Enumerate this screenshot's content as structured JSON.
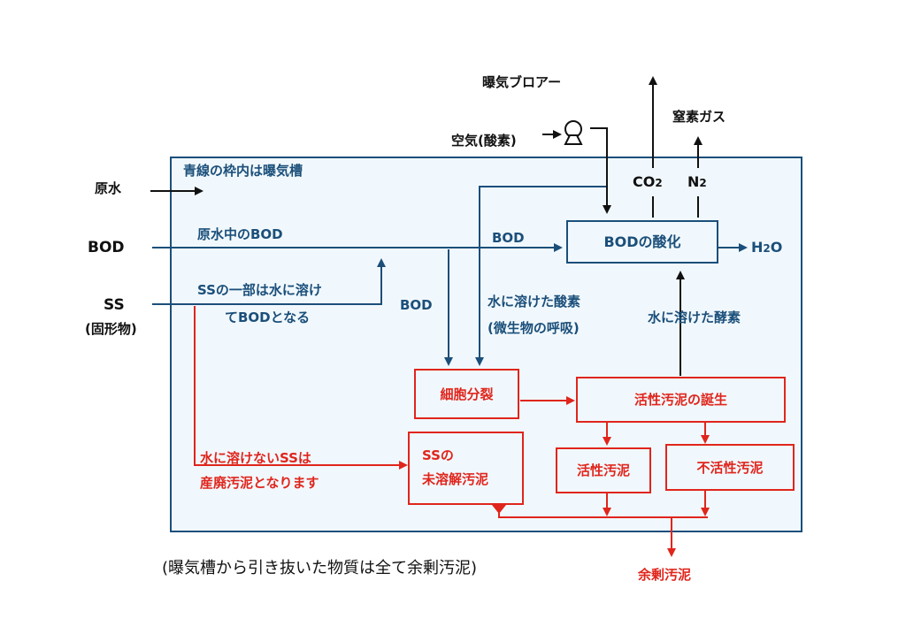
{
  "colors": {
    "tank_border": "#1b4f7a",
    "tank_fill": "#f1f8fd",
    "flow_blue": "#1b4f7a",
    "flow_red": "#e0251c",
    "flow_black": "#111111"
  },
  "outside": {
    "blower_label": "曝気ブロアー",
    "air_label": "空気(酸素)",
    "nitrogen_gas_label": "窒素ガス",
    "raw_water_label": "原水",
    "bod_label": "BOD",
    "ss_label": "SS",
    "ss_sub_label": "(固形物)",
    "footnote": "(曝気槽から引き抜いた物質は全て余剰汚泥)",
    "excess_sludge_label": "余剰汚泥"
  },
  "tank": {
    "title": "青線の枠内は曝気槽",
    "co2_label": "CO",
    "co2_sub": "2",
    "n2_label": "N",
    "n2_sub": "2",
    "bod_in_raw_water": "原水中のBOD",
    "ss_dissolve_line1": "SSの一部は水に溶け",
    "ss_dissolve_line2": "てBODとなる",
    "bod_to_oxidation": "BOD",
    "bod_to_division": "BOD",
    "dissolved_oxygen_line1": "水に溶けた酸素",
    "dissolved_oxygen_line2": "(微生物の呼吸)",
    "dissolved_enzyme": "水に溶けた酵素",
    "h2o_label": "H",
    "h2o_sub": "2",
    "h2o_tail": "O",
    "insoluble_ss_line1": "水に溶けないSSは",
    "insoluble_ss_line2": "産廃汚泥となります"
  },
  "boxes": {
    "bod_oxidation": "BODの酸化",
    "cell_division": "細胞分裂",
    "sludge_birth": "活性汚泥の誕生",
    "undissolved_line1": "SSの",
    "undissolved_line2": "未溶解汚泥",
    "active_sludge": "活性汚泥",
    "inactive_sludge": "不活性汚泥"
  }
}
